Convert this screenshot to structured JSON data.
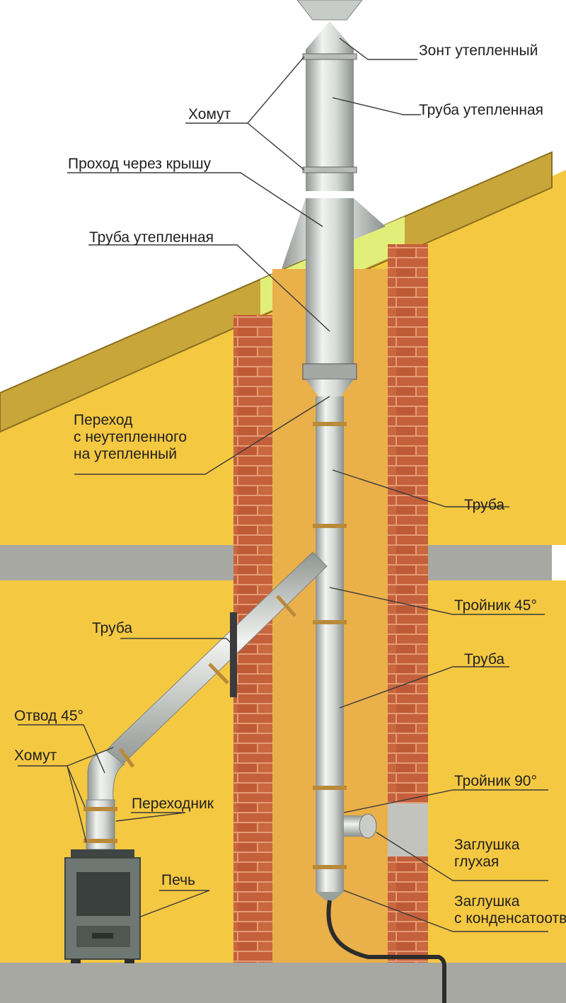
{
  "colors": {
    "wall": "#f5c842",
    "wall_shadow": "#e9b93a",
    "roof": "#c9a63a",
    "insulation": "#e2ee7a",
    "brick": "#c9653f",
    "brick_mortar": "#e59b73",
    "slab": "#a8a8a2",
    "chimney_inner": "#eab04a",
    "pipe": "#d9dcd8",
    "pipe_dark": "#9aa09c",
    "stove": "#6f7772",
    "leader": "#3a3a3a"
  },
  "labels": {
    "cap": "Зонт утепленный",
    "insulated_pipe_top": "Труба утепленная",
    "clamp_top": "Хомут",
    "roof_pass": "Проход через крышу",
    "insulated_pipe_mid": "Труба утепленная",
    "transition": [
      "Переход",
      "с неутепленного",
      "на утепленный"
    ],
    "pipe_1": "Труба",
    "tee_45": "Тройник 45°",
    "pipe_2": "Труба",
    "pipe_diag": "Труба",
    "elbow_45": "Отвод 45°",
    "clamp_bottom": "Хомут",
    "adapter": "Переходник",
    "tee_90": "Тройник 90°",
    "blind_plug": [
      "Заглушка",
      "глухая"
    ],
    "stove": "Печь",
    "condensate_plug": [
      "Заглушка",
      "с конденсатоотводом"
    ]
  }
}
